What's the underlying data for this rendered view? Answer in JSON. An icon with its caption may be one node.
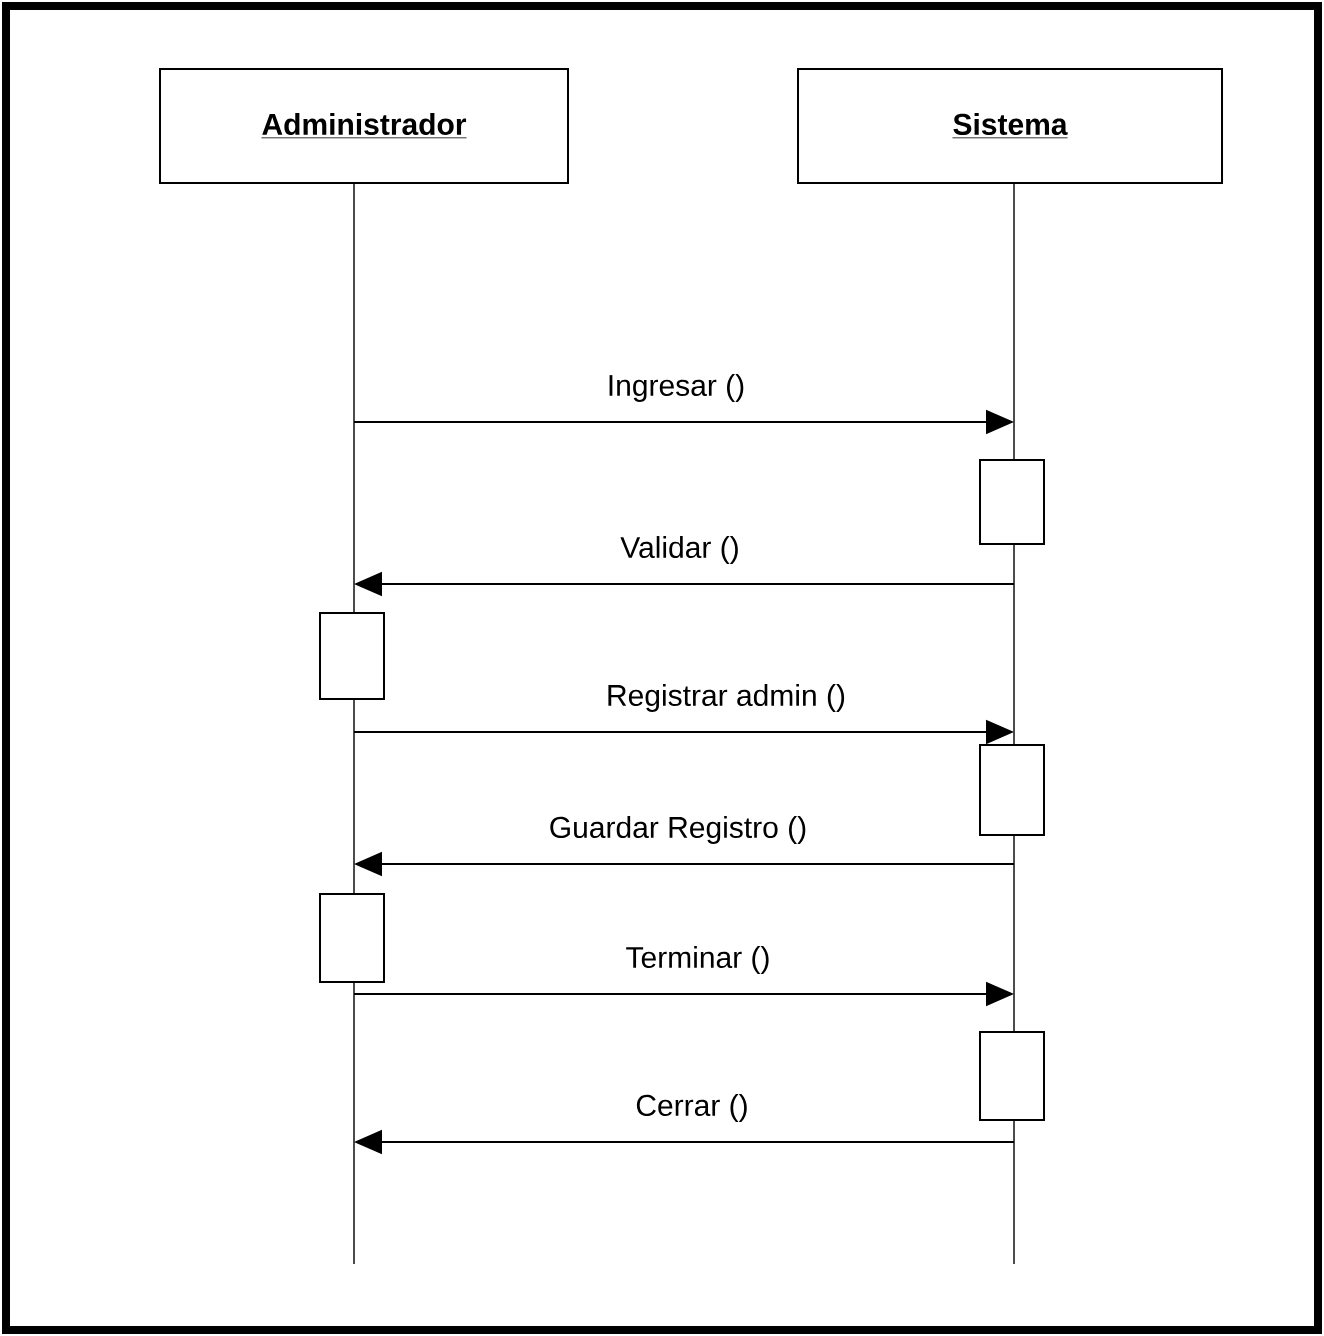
{
  "diagram": {
    "nodes": [
      {
        "text": [
          "Administrador"
        ]
      },
      {
        "text": [
          "Sistema"
        ]
      },
      {
        "text": [],
        "shape": "line"
      },
      {
        "text": [],
        "shape": "line"
      },
      {
        "text": [],
        "shape": "box"
      },
      {
        "text": [],
        "shape": "box"
      },
      {
        "text": [],
        "shape": "box"
      },
      {
        "text": [],
        "shape": "box"
      },
      {
        "text": [],
        "shape": "box"
      }
    ],
    "edges": [
      {
        "from": 2,
        "to": 3,
        "arrow": "to",
        "label": "Ingresar ()"
      },
      {
        "from": 3,
        "to": 2,
        "arrow": "to",
        "label": "Validar ()"
      },
      {
        "from": 2,
        "to": 3,
        "arrow": "to",
        "label": "Registrar admin ()"
      },
      {
        "from": 3,
        "to": 2,
        "arrow": "to",
        "label": "Guardar Registro ()"
      },
      {
        "from": 2,
        "to": 3,
        "arrow": "to",
        "label": "Terminar ()"
      },
      {
        "from": 3,
        "to": 2,
        "arrow": "to",
        "label": "Cerrar ()"
      }
    ]
  }
}
